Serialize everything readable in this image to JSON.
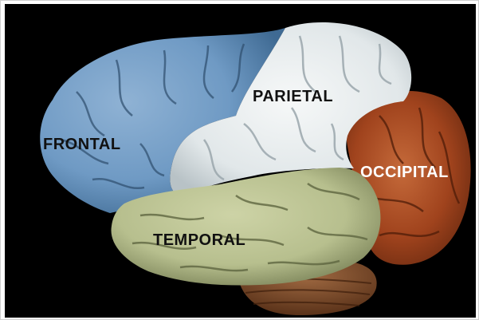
{
  "labels": {
    "frontal": "FRONTAL",
    "parietal": "PARIETAL",
    "occipital": "OCCIPITAL",
    "temporal": "TEMPORAL"
  },
  "colors": {
    "background": "#000000",
    "frontal": "#6f9ac4",
    "parietal": "#e7ecee",
    "occipital": "#a0431d",
    "temporal": "#b7bf8e",
    "cerebellum": "#7b4a2a",
    "label_dark": "#111111",
    "label_light": "#ffffff"
  }
}
